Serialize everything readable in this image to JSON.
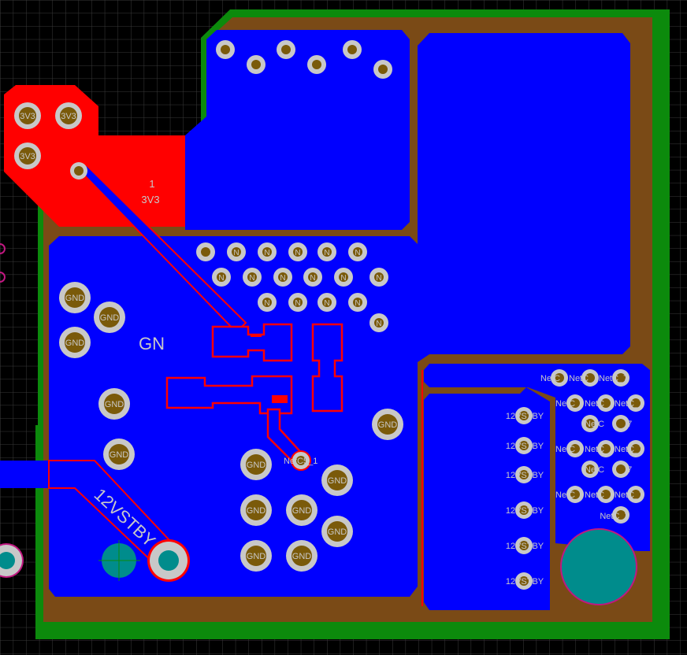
{
  "colors": {
    "background": "#000000",
    "grid": "#3a3a3a",
    "outline": "#0c8a0c",
    "substrate": "#7a4a16",
    "copper_bottom": "#0000ff",
    "copper_top": "#ff0000",
    "pad_ring": "#c8c8c8",
    "pad_hole": "#7a5a0a",
    "net_text": "#c8c8c8",
    "teal": "#008c8c",
    "magenta": "#c01880"
  },
  "labels": {
    "pad_designator": "1",
    "net_3v3": "3V3",
    "net_gnd_large": "GN",
    "net_12vstby": "12VSTBY",
    "net_c5_1": "NetC5_1",
    "net_c_7": "NetC_7",
    "net_12vstby_pad": "12VSTBY",
    "pad_3v3": "3V3",
    "pad_gnd": "GND",
    "net_small": "N",
    "net_c": "NetC",
    "net_c7_short": "_7"
  },
  "icons": [
    "large-mounting-hole-icon",
    "via-icon",
    "through-hole-pad-icon"
  ]
}
